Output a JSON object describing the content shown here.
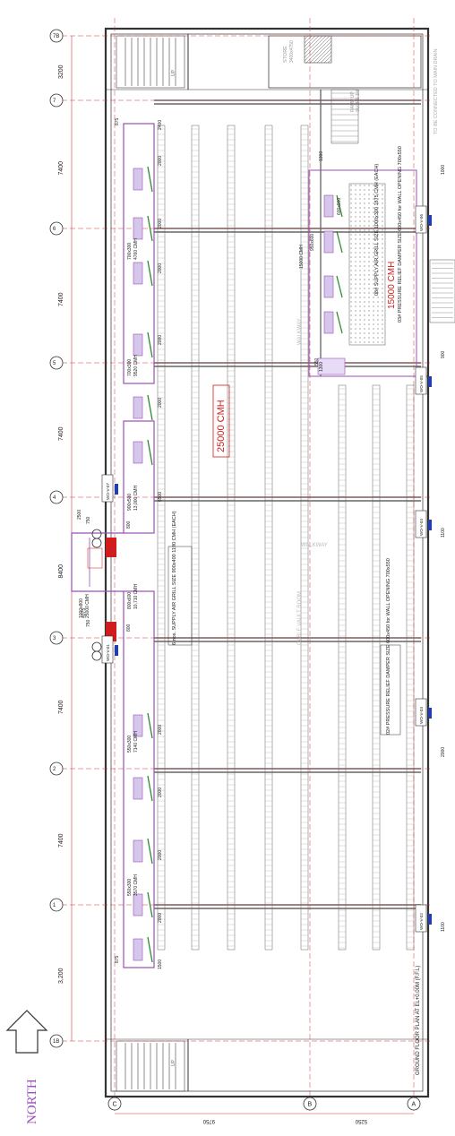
{
  "drawing": {
    "title": "GROUND FLOOR PLAN AT EL+0.00M (F.F.L)",
    "north_label": "NORTH",
    "grid_columns": [
      "7B",
      "7",
      "6",
      "5",
      "4",
      "3",
      "2",
      "1",
      "1B"
    ],
    "grid_rows": [
      "C",
      "B",
      "A"
    ],
    "column_dimensions": [
      "3200",
      "7400",
      "7400",
      "7400",
      "8400",
      "7400",
      "7400",
      "3,200"
    ],
    "row_dimensions": [
      "9750",
      "5250"
    ],
    "rooms": {
      "cable_vault": "CABLE VAULT ROOM",
      "walkway_1": "WALKWAY",
      "walkway_2": "WALKWAY",
      "store": "STORE",
      "store_size": "3400x4750",
      "main_drain_note": "TO BE CONNECTED TO MAIN DRAIN",
      "ramp": "RAMP UP",
      "ramp_slope": "SLOPE 1:8",
      "up_1": "UP",
      "up_2": "UP"
    },
    "airflow_main": "25000 CMH",
    "airflow_branch": "15000 CMH",
    "ducts": [
      {
        "size": "700x300",
        "flow": "4760 CMH"
      },
      {
        "size": "700x300",
        "flow": "9520 CMH"
      },
      {
        "size": "900x500",
        "flow": "13,000 CMH"
      },
      {
        "size": "1000x800",
        "flow": "25000 CMH"
      },
      {
        "size": "800x600",
        "flow": "10,710 CMH"
      },
      {
        "size": "550x300",
        "flow": "7140 CMH"
      },
      {
        "size": "550x300",
        "flow": "3570 CMH"
      }
    ],
    "supply_grill_note_1": "6 nos. SUPPLY AIR GRILL SIZE 900x400 1190 CMH (EACH)",
    "supply_grill_note_2": "08# SUPPLY AIR GRILL SIZE 1000x300 1875 CMH (EACH)",
    "pressure_relief_1": "02# PRESSURE RELIEF DAMPER SIZE 600x450 for WALL OPENING 700x550",
    "pressure_relief_2": "03# PRESSURE RELIEF DAMPER SIZE 600x450 for WALL OPENING 700x550",
    "unit_tags": [
      "WO-V-01",
      "WO-V-02",
      "WO-V-03",
      "WO-V-04",
      "WO-V-05",
      "WO-V-06",
      "WO-V-07"
    ],
    "misc_dims": [
      "875",
      "875",
      "2400",
      "2000",
      "2000",
      "2000",
      "2000",
      "2000",
      "2000",
      "2000",
      "2000",
      "2000",
      "1500",
      "4075",
      "2500",
      "750",
      "750",
      "800",
      "800",
      "6500",
      "950x600",
      "15000 CMH",
      "1300",
      "1300",
      "550",
      "600x900",
      "1000",
      "900",
      "1100",
      "2000",
      "1100"
    ]
  },
  "colors": {
    "line": "#333333",
    "grid": "#d23b3b",
    "duct": "#9a4fb5",
    "grill": "#2d8a2d",
    "damper": "#1f3fb0",
    "fan": "#d01c1c",
    "text": "#222222"
  }
}
